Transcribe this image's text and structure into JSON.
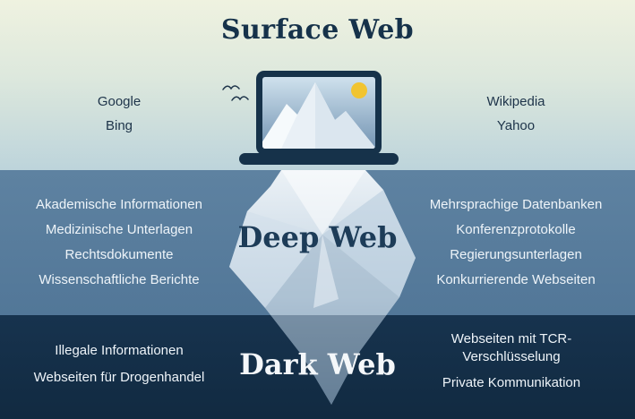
{
  "surface": {
    "title": "Surface Web",
    "left": [
      "Google",
      "Bing"
    ],
    "right": [
      "Wikipedia",
      "Yahoo"
    ]
  },
  "deep": {
    "title": "Deep Web",
    "left": [
      "Akademische Informationen",
      "Medizinische Unterlagen",
      "Rechtsdokumente",
      "Wissenschaftliche Berichte"
    ],
    "right": [
      "Mehrsprachige Datenbanken",
      "Konferenzprotokolle",
      "Regierungsunterlagen",
      "Konkurrierende Webseiten"
    ]
  },
  "dark": {
    "title": "Dark Web",
    "left": [
      "Illegale Informationen",
      "Webseiten für Drogenhandel"
    ],
    "right": [
      "Webseiten mit TCR-Verschlüsselung",
      "Private Kommunikation"
    ]
  },
  "icons": {
    "laptop": "laptop-icon",
    "sun": "sun-icon",
    "birds": "birds-icon",
    "iceberg": "iceberg-graphic"
  },
  "colors": {
    "surface_top": "#eff2e0",
    "surface_bottom": "#bdd4db",
    "deep_bg": "#597d9c",
    "dark_bg": "#14304a",
    "title_dark": "#16324a",
    "text_light": "#eef4f9",
    "sun": "#f1c431"
  }
}
